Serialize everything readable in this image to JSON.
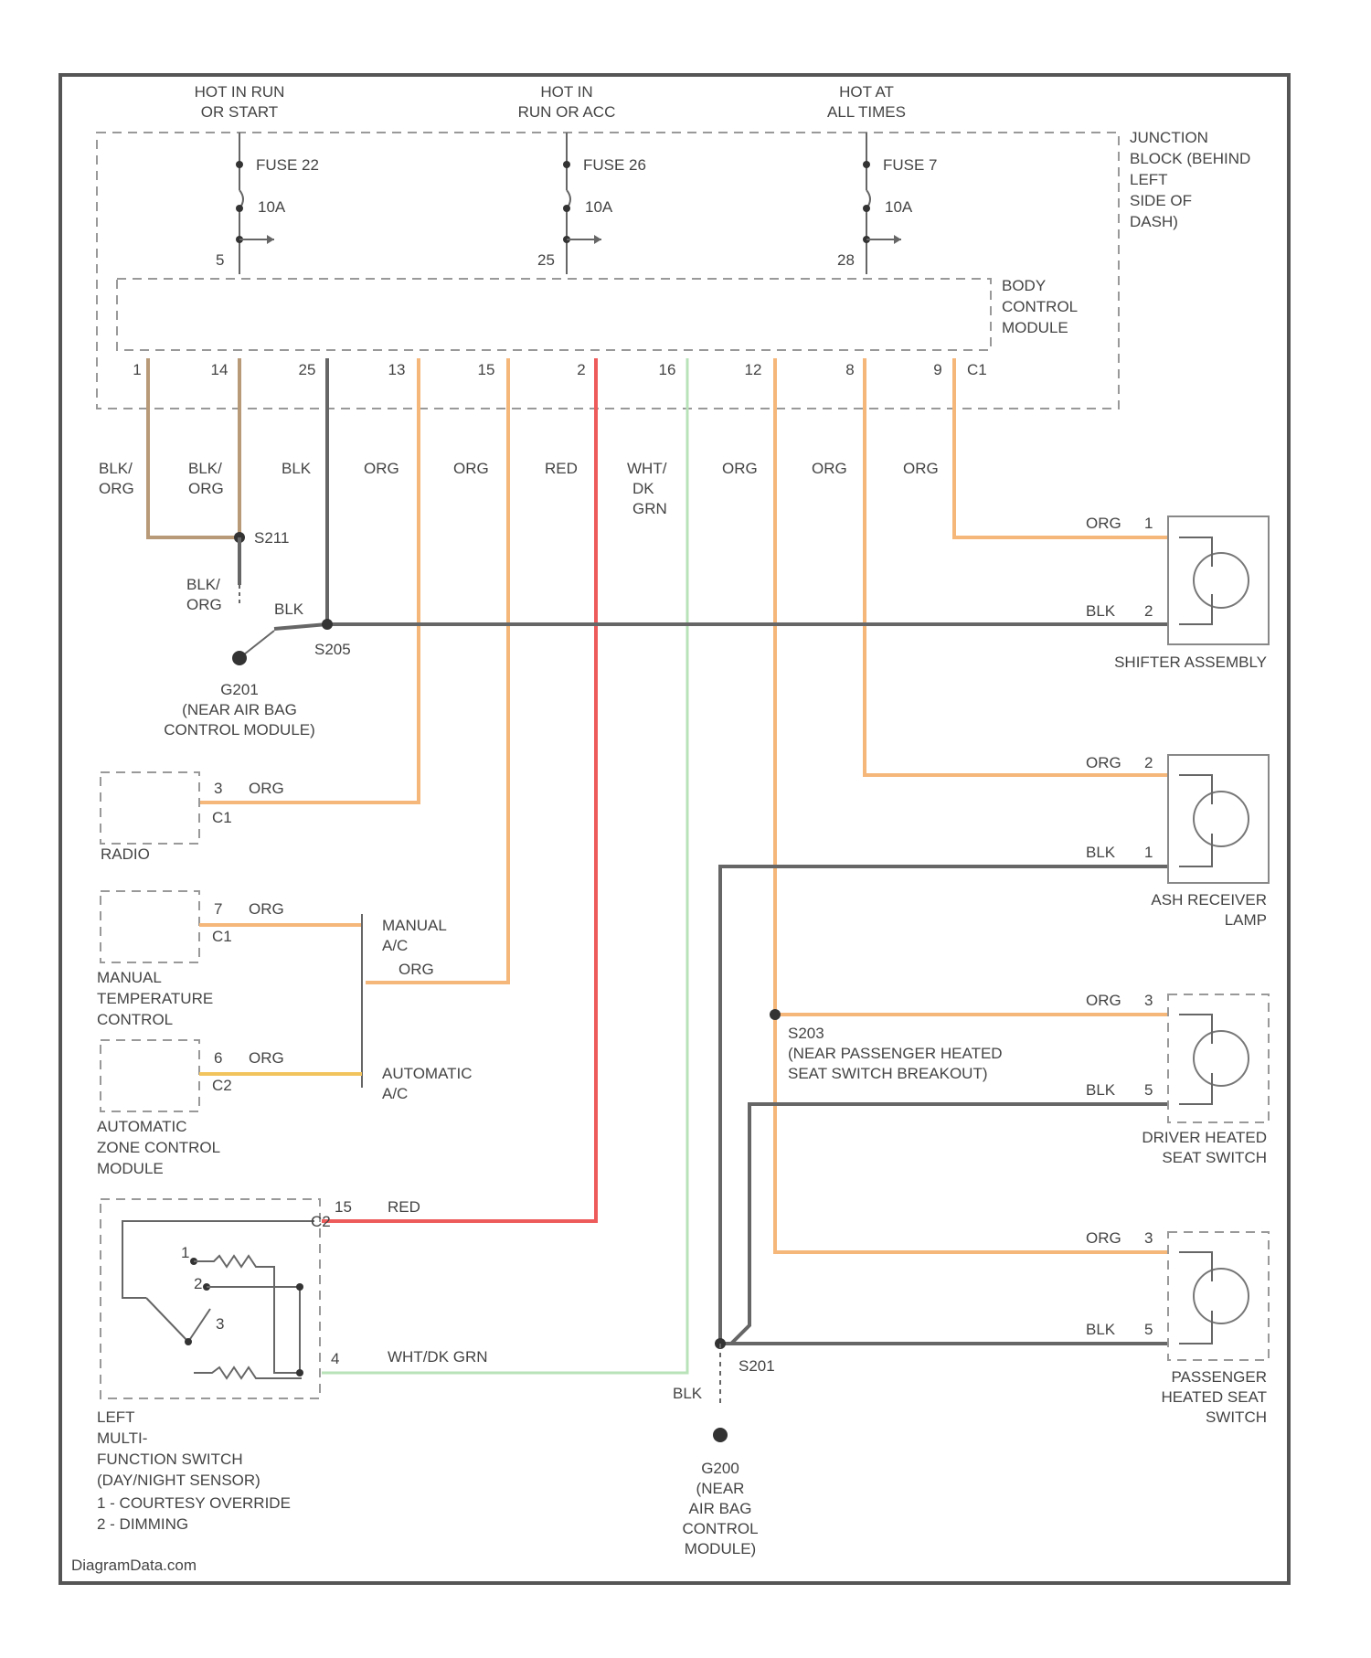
{
  "title": "",
  "source_mark": "DiagramData.com",
  "feeds": [
    {
      "label": "HOT IN RUN OR START",
      "fuse": "FUSE 22",
      "amps": "10A",
      "pin": "5"
    },
    {
      "label": "HOT IN RUN OR ACC",
      "fuse": "FUSE 26",
      "amps": "10A",
      "pin": "25"
    },
    {
      "label": "HOT AT ALL TIMES",
      "fuse": "FUSE 7",
      "amps": "10A",
      "pin": "28"
    }
  ],
  "junction_block": "JUNCTION BLOCK (BEHIND LEFT SIDE OF DASH)",
  "body_control_module": "BODY CONTROL MODULE",
  "bcm_pins": [
    "1",
    "14",
    "25",
    "13",
    "15",
    "2",
    "16",
    "12",
    "8",
    "9"
  ],
  "bcm_connector": "C1",
  "wire_colors": [
    {
      "id": "w1",
      "label": "BLK/ ORG"
    },
    {
      "id": "w2",
      "label": "BLK/ ORG"
    },
    {
      "id": "w3",
      "label": "BLK"
    },
    {
      "id": "w4",
      "label": "ORG"
    },
    {
      "id": "w5",
      "label": "ORG"
    },
    {
      "id": "w6",
      "label": "RED"
    },
    {
      "id": "w7",
      "label": "WHT/ DK GRN"
    },
    {
      "id": "w8",
      "label": "ORG"
    },
    {
      "id": "w9",
      "label": "ORG"
    },
    {
      "id": "w10",
      "label": "ORG"
    }
  ],
  "splices": {
    "s211": "S211",
    "s205": "S205",
    "s203": "S203",
    "s201": "S201"
  },
  "ground_top": {
    "id": "G201",
    "desc": "(NEAR AIR BAG CONTROL MODULE)",
    "wire": "BLK/ ORG",
    "wire2": "BLK"
  },
  "ground_bottom": {
    "id": "G200",
    "desc": "(NEAR AIR BAG CONTROL MODULE)",
    "wire": "BLK"
  },
  "left_components": {
    "radio": {
      "name": "RADIO",
      "pin": "3",
      "conn": "C1",
      "wire": "ORG"
    },
    "manual_temp": {
      "name": "MANUAL TEMPERATURE CONTROL",
      "pin": "7",
      "conn": "C1",
      "wire": "ORG"
    },
    "auto_zone": {
      "name": "AUTOMATIC ZONE CONTROL MODULE",
      "pin": "6",
      "conn": "C2",
      "wire": "ORG"
    },
    "manual_ac": "MANUAL A/C",
    "automatic_ac": "AUTOMATIC A/C",
    "branch_wire": "ORG",
    "multi_switch": {
      "name_lines": [
        "LEFT",
        "MULTI-",
        "FUNCTION SWITCH",
        "(DAY/NIGHT SENSOR)"
      ],
      "legend": [
        "1 - COURTESY OVERRIDE",
        "2 - DIMMING"
      ],
      "pin_red": "15",
      "conn_red": "C2",
      "wire_red": "RED",
      "pin_grn": "4",
      "wire_grn": "WHT/DK GRN",
      "inner_nums": [
        "1",
        "2",
        "3"
      ]
    }
  },
  "right_components": {
    "shifter": {
      "name": "SHIFTER ASSEMBLY",
      "pin_a": "1",
      "wire_a": "ORG",
      "pin_b": "2",
      "wire_b": "BLK"
    },
    "ash": {
      "name": "ASH RECEIVER LAMP",
      "pin_a": "2",
      "wire_a": "ORG",
      "pin_b": "1",
      "wire_b": "BLK"
    },
    "driver": {
      "name": "DRIVER HEATED SEAT SWITCH",
      "pin_a": "3",
      "wire_a": "ORG",
      "pin_b": "5",
      "wire_b": "BLK"
    },
    "passenger": {
      "name": "PASSENGER HEATED SEAT SWITCH",
      "pin_a": "3",
      "wire_a": "ORG",
      "pin_b": "5",
      "wire_b": "BLK"
    },
    "s203_desc": "(NEAR PASSENGER HEATED SEAT SWITCH BREAKOUT)"
  }
}
